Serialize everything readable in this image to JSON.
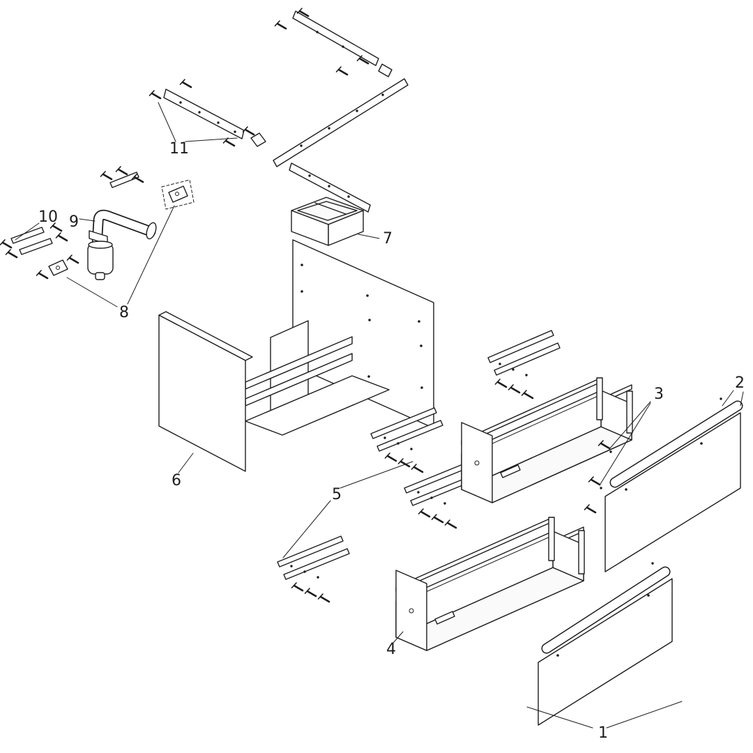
{
  "page": {
    "background": "#ffffff",
    "line_color": "#1c1c1c"
  },
  "diagram": {
    "labels": {
      "p1": "1",
      "p2": "2",
      "p3": "3",
      "p4": "4",
      "p5": "5",
      "p6": "6",
      "p7": "7",
      "p8": "8",
      "p9": "9",
      "p10": "10",
      "p11": "11"
    }
  }
}
